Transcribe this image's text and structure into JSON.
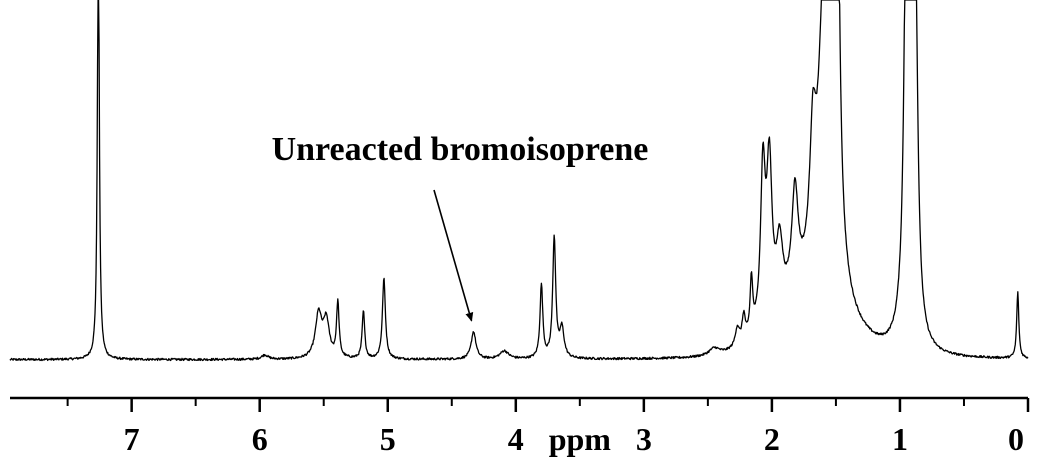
{
  "chart_data": {
    "type": "line",
    "title": "",
    "xlabel": "ppm",
    "ylabel": "",
    "x_reversed": true,
    "xlim": [
      7.95,
      0.0
    ],
    "ylim": [
      0,
      1
    ],
    "grid": false,
    "legend": "none",
    "x_ticks_major": [
      7,
      6,
      5,
      4,
      3,
      2,
      1,
      0
    ],
    "x_tick_labels": [
      "7",
      "6",
      "5",
      "4",
      "3",
      "2",
      "1",
      "0"
    ],
    "x_ticks_minor": [
      7.5,
      6.5,
      5.5,
      4.5,
      3.5,
      2.5,
      1.5,
      0.5
    ],
    "baseline": 0.05,
    "peaks": [
      {
        "x": 7.26,
        "h": 1.2,
        "w": 0.009
      },
      {
        "x": 5.96,
        "h": 0.012,
        "w": 0.03
      },
      {
        "x": 5.54,
        "h": 0.12,
        "w": 0.03
      },
      {
        "x": 5.48,
        "h": 0.1,
        "w": 0.028
      },
      {
        "x": 5.39,
        "h": 0.15,
        "w": 0.012
      },
      {
        "x": 5.19,
        "h": 0.13,
        "w": 0.012
      },
      {
        "x": 5.03,
        "h": 0.22,
        "w": 0.014
      },
      {
        "x": 4.33,
        "h": 0.075,
        "w": 0.022
      },
      {
        "x": 4.09,
        "h": 0.022,
        "w": 0.04
      },
      {
        "x": 3.8,
        "h": 0.2,
        "w": 0.013
      },
      {
        "x": 3.7,
        "h": 0.33,
        "w": 0.014
      },
      {
        "x": 3.64,
        "h": 0.08,
        "w": 0.02
      },
      {
        "x": 2.45,
        "h": 0.02,
        "w": 0.05
      },
      {
        "x": 2.27,
        "h": 0.05,
        "w": 0.02
      },
      {
        "x": 2.22,
        "h": 0.07,
        "w": 0.015
      },
      {
        "x": 2.16,
        "h": 0.15,
        "w": 0.012
      },
      {
        "x": 2.07,
        "h": 0.42,
        "w": 0.022
      },
      {
        "x": 2.02,
        "h": 0.42,
        "w": 0.025
      },
      {
        "x": 1.94,
        "h": 0.18,
        "w": 0.03
      },
      {
        "x": 1.82,
        "h": 0.28,
        "w": 0.03
      },
      {
        "x": 1.68,
        "h": 0.33,
        "w": 0.03
      },
      {
        "x": 1.6,
        "h": 0.5,
        "w": 0.05
      },
      {
        "x": 1.54,
        "h": 1.6,
        "w": 0.035
      },
      {
        "x": 1.49,
        "h": 0.9,
        "w": 0.02
      },
      {
        "x": 0.94,
        "h": 2.0,
        "w": 0.022
      },
      {
        "x": 0.88,
        "h": 0.95,
        "w": 0.022
      },
      {
        "x": 0.08,
        "h": 0.18,
        "w": 0.01
      }
    ],
    "broad_bands": [
      {
        "x": 1.7,
        "h": 0.14,
        "w": 0.38
      }
    ],
    "annotations": [
      {
        "text": "Unreacted bromoisoprene",
        "arrow_to": {
          "x": 4.33,
          "y": 0.09
        }
      }
    ]
  }
}
